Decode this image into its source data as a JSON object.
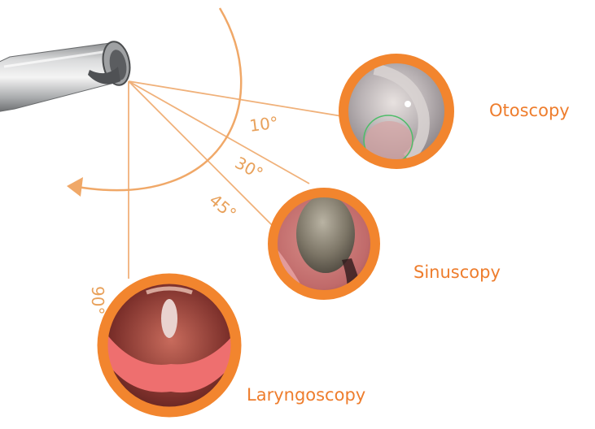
{
  "colors": {
    "accent_orange": "#f2852e",
    "line_orange": "#f0b17a",
    "label_orange": "#ee7d2d"
  },
  "angles": [
    {
      "id": "10",
      "text": "10°"
    },
    {
      "id": "30",
      "text": "30°"
    },
    {
      "id": "45",
      "text": "45°"
    },
    {
      "id": "90",
      "text": "90°"
    }
  ],
  "views": [
    {
      "id": "otoscopy",
      "label": "Otoscopy"
    },
    {
      "id": "sinuscopy",
      "label": "Sinuscopy"
    },
    {
      "id": "laryngoscopy",
      "label": "Laryngoscopy"
    }
  ]
}
